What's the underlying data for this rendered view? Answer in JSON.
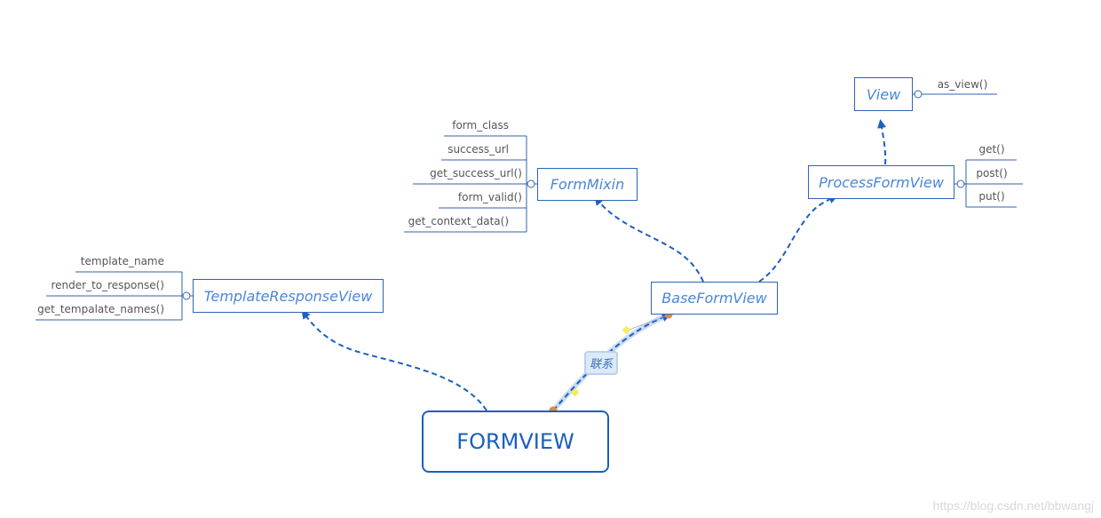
{
  "root": {
    "label": "FORMVIEW"
  },
  "nodes": {
    "template_response_view": {
      "label": "TemplateResponseView",
      "members": [
        "template_name",
        "render_to_response()",
        "get_tempalate_names()"
      ]
    },
    "form_mixin": {
      "label": "FormMixin",
      "members": [
        "form_class",
        "success_url",
        "get_success_url()",
        "form_valid()",
        "get_context_data()"
      ]
    },
    "base_form_view": {
      "label": "BaseFormView"
    },
    "process_form_view": {
      "label": "ProcessFormView",
      "members": [
        "get()",
        "post()",
        "put()"
      ]
    },
    "view": {
      "label": "View",
      "members": [
        "as_view()"
      ]
    }
  },
  "relation_label": "联系",
  "watermark": "https://blog.csdn.net/bbwangj",
  "colors": {
    "line": "#2f63b6",
    "arrow": "#1b5fbf",
    "handle": "#e08a3a",
    "control": "#f5ea6a"
  }
}
